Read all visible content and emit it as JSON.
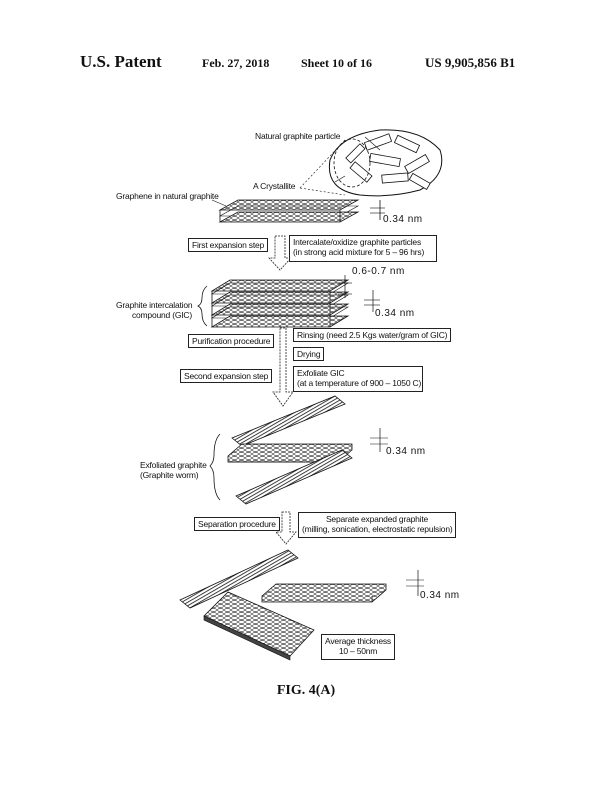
{
  "header": {
    "patent": "U.S. Patent",
    "date": "Feb. 27, 2018",
    "sheet": "Sheet 10 of 16",
    "number": "US 9,905,856 B1"
  },
  "labels": {
    "natural_particle": "Natural graphite particle",
    "crystallite": "A Crystallite",
    "graphene_natural": "Graphene in natural graphite",
    "gic_line1": "Graphite intercalation",
    "gic_line2": "compound (GIC)",
    "exfoliated_line1": "Exfoliated graphite",
    "exfoliated_line2": "(Graphite worm)"
  },
  "steps": {
    "first_expansion": "First expansion step",
    "intercalate_line1": "Intercalate/oxidize graphite particles",
    "intercalate_line2": "(in strong acid mixture for 5 – 96 hrs)",
    "purification": "Purification procedure",
    "rinsing": "Rinsing (need 2.5 Kgs water/gram of GIC)",
    "drying": "Drying",
    "second_expansion": "Second expansion step",
    "exfoliate_line1": "Exfoliate GIC",
    "exfoliate_line2": "(at a temperature of 900 – 1050 C)",
    "separation": "Separation procedure",
    "separate_line1": "Separate expanded graphite",
    "separate_line2": "(milling, sonication, electrostatic repulsion)",
    "avg_line1": "Average thickness",
    "avg_line2": "10 – 50nm"
  },
  "dimensions": {
    "d1": "0.34 nm",
    "d2": "0.6-0.7 nm",
    "d3": "0.34 nm",
    "d4": "0.34 nm",
    "d5": "0.34 nm"
  },
  "figure_label": "FIG. 4(A)"
}
